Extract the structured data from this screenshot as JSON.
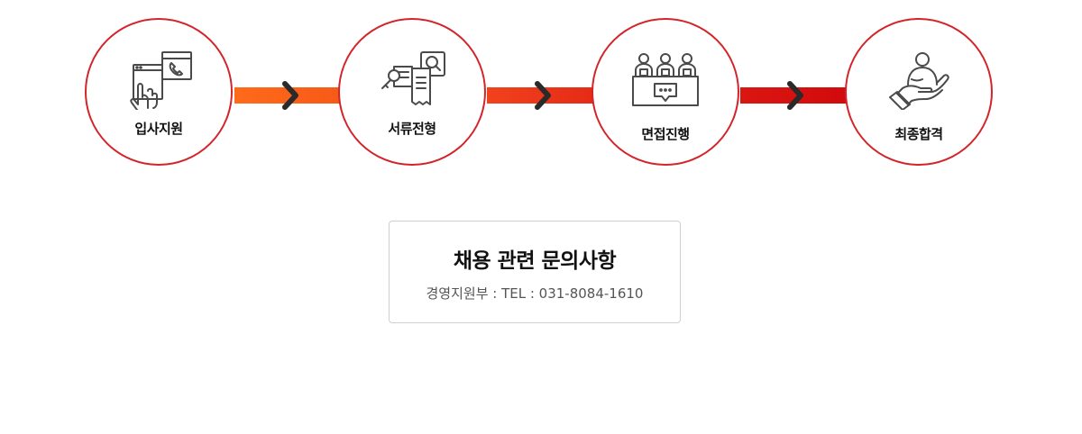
{
  "process": {
    "steps": [
      {
        "label": "입사지원",
        "icon": "apply-window-phone-icon"
      },
      {
        "label": "서류전형",
        "icon": "document-search-icon"
      },
      {
        "label": "면접진행",
        "icon": "interview-panel-icon"
      },
      {
        "label": "최종합격",
        "icon": "hand-person-icon"
      }
    ],
    "connector_colors": [
      "#ff6a1a",
      "#e52b17",
      "#d10b0b"
    ],
    "circle_border_color": "#d3242a"
  },
  "contact": {
    "title": "채용 관련 문의사항",
    "phone": "경영지원부 : TEL : 031-8084-1610"
  }
}
